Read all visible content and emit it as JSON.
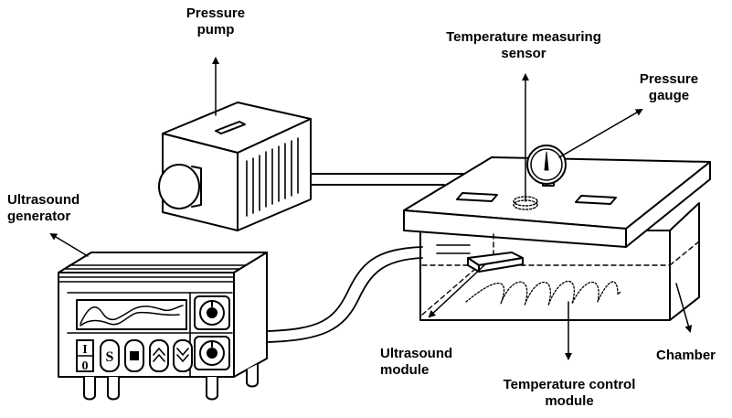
{
  "labels": {
    "pressure_pump": [
      "Pressure",
      "pump"
    ],
    "temperature_sensor": [
      "Temperature measuring",
      "sensor"
    ],
    "pressure_gauge": [
      "Pressure",
      "gauge"
    ],
    "ultrasound_generator": [
      "Ultrasound",
      "generator"
    ],
    "ultrasound_module": [
      "Ultrasound",
      "module"
    ],
    "chamber": "Chamber",
    "temperature_control": [
      "Temperature control",
      "module"
    ]
  },
  "generator_buttons": {
    "power_top": "I",
    "power_bottom": "0",
    "start": "S"
  }
}
